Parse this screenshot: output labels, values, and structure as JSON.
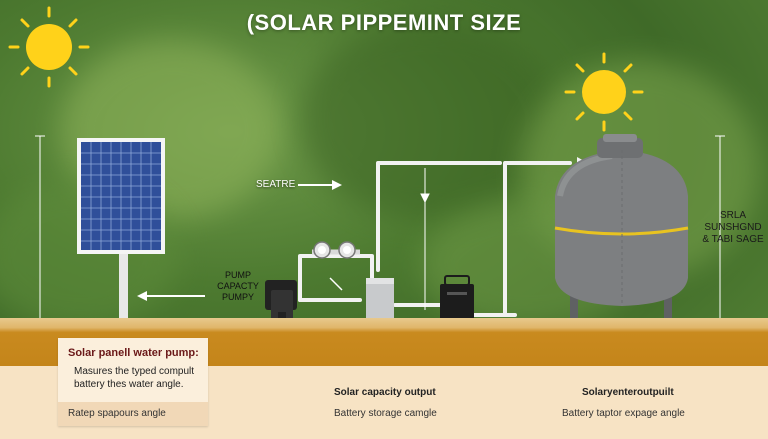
{
  "title": "(SOLAR PIPPEMINT SIZE",
  "labels": {
    "seatre": "SEATRE",
    "pump": [
      "PUMP",
      "CAPACTY",
      "PUMPY"
    ],
    "right": [
      "SRLA",
      "SUNSHGND",
      "& TABI SAGE"
    ]
  },
  "info": {
    "title": "Solar panell water pump:",
    "description": [
      "Masures the typed compult",
      "battery thes water angle."
    ],
    "footer": "Ratep spapours angle"
  },
  "columns": [
    {
      "title": "Solar capacity output",
      "desc": "Battery storage camgle"
    },
    {
      "title": "Solaryenteroutpuilt",
      "desc": "Battery taptor expage angle"
    }
  ],
  "colors": {
    "sun": "#ffd21a",
    "tank": "#7d7f81",
    "tank_band": "#e8c320",
    "pipe": "#f2f2f2",
    "ground": "#c4851a",
    "panel_blue": "#2f4f9a"
  }
}
